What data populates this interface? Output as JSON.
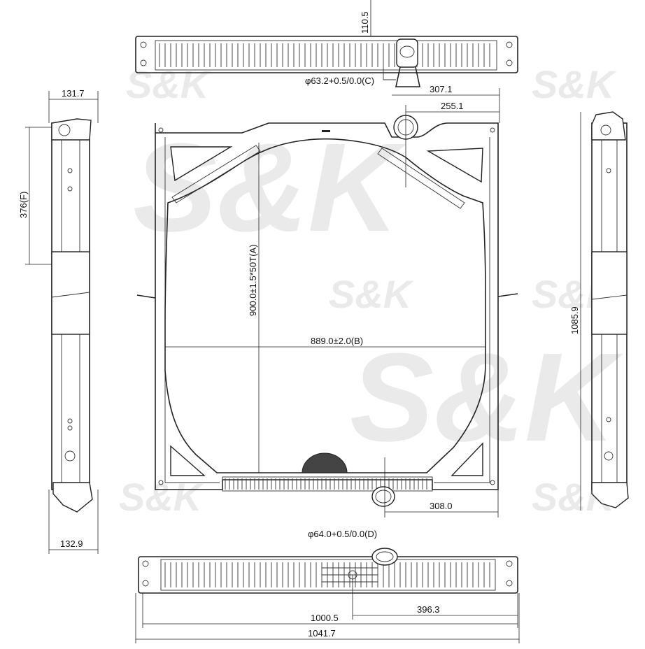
{
  "watermark": "S&K",
  "dimensions": {
    "top_tank_height": "110.5",
    "inlet_diameter": "φ63.2+0.5/0.0(C)",
    "inlet_offset_307": "307.1",
    "inlet_offset_255": "255.1",
    "left_width": "131.7",
    "left_height_376": "376(F)",
    "core_height": "900.0±1.5*50T(A)",
    "core_width": "889.0±2.0(B)",
    "right_total_height": "1085.9",
    "outlet_offset": "308.0",
    "left_bottom_width": "132.9",
    "outlet_diameter": "φ64.0+0.5/0.0(D)",
    "bottom_offset": "396.3",
    "mount_width": "1000.5",
    "total_width": "1041.7"
  }
}
